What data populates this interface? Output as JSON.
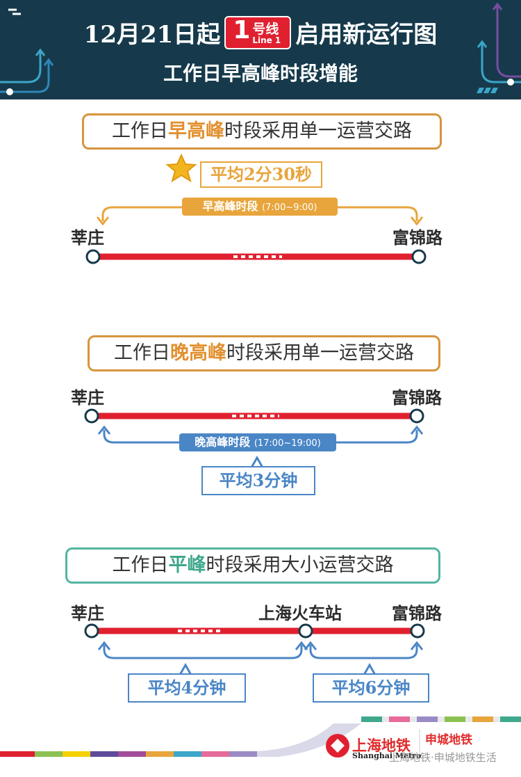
{
  "header": {
    "title_date": "12月21日起",
    "line_number": "1",
    "line_zh": "号线",
    "line_en": "Line 1",
    "title_rest": "启用新运行图",
    "subtitle": "工作日早高峰时段增能"
  },
  "section_morning": {
    "title_prefix": "工作日",
    "title_highlight": "早高峰",
    "title_suffix": "时段采用单一运营交路",
    "interval": "平均2分30秒",
    "period_label": "早高峰时段",
    "period_time": "(7:00~9:00)",
    "station_left": "莘庄",
    "station_right": "富锦路"
  },
  "section_evening": {
    "title_prefix": "工作日",
    "title_highlight": "晚高峰",
    "title_suffix": "时段采用单一运营交路",
    "period_label": "晚高峰时段",
    "period_time": "(17:00~19:00)",
    "interval": "平均3分钟",
    "station_left": "莘庄",
    "station_right": "富锦路"
  },
  "section_offpeak": {
    "title_prefix": "工作日",
    "title_highlight": "平峰",
    "title_suffix": "时段采用大小运营交路",
    "station_left": "莘庄",
    "station_mid": "上海火车站",
    "station_right": "富锦路",
    "interval_left": "平均4分钟",
    "interval_right": "平均6分钟"
  },
  "footer": {
    "logo_metro": "上海地铁",
    "logo_metro_en": "Shanghai Metro",
    "logo_shen": "申城地铁",
    "watermark": "上海地铁·申城地铁生活"
  },
  "colors": {
    "navy": "#163a4b",
    "line_red": "#e0202f",
    "orange": "#e8a53c",
    "blue": "#4a86c6",
    "teal": "#53b5a0"
  }
}
